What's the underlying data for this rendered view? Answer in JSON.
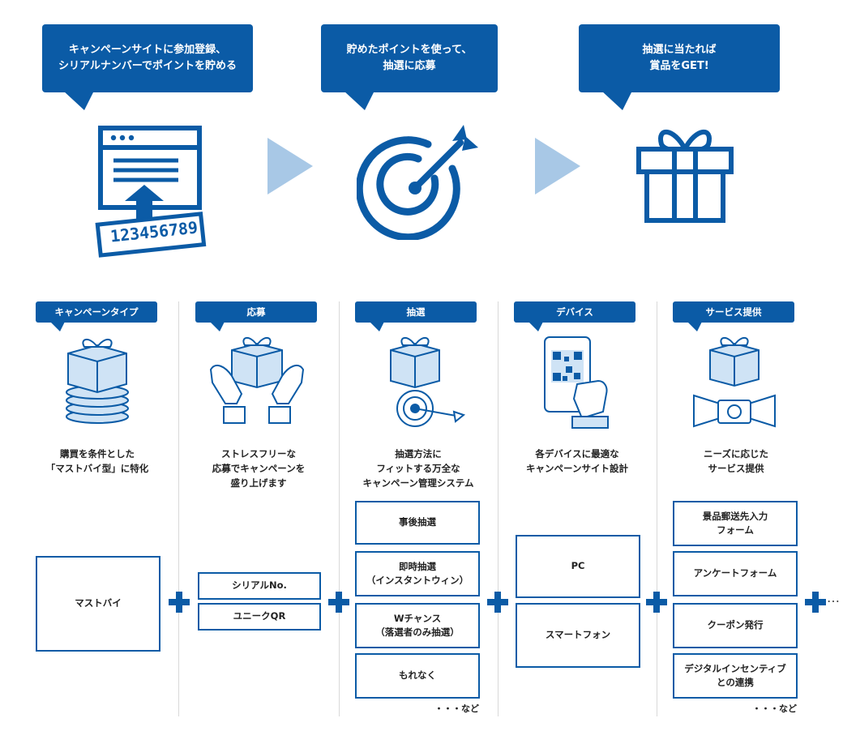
{
  "top_steps": [
    {
      "text": "キャンペーンサイトに参加登録、\nシリアルナンバーでポイントを貯める",
      "icon": "browser-serial-icon",
      "serial_number": "123456789"
    },
    {
      "text": "貯めたポイントを使って、\n抽選に応募",
      "icon": "target-icon"
    },
    {
      "text": "抽選に当たれば\n賞品をGET!",
      "icon": "gift-icon"
    }
  ],
  "columns": [
    {
      "label": "キャンペーンタイプ",
      "icon": "gift-coins-icon",
      "description": "購買を条件とした\n「マストバイ型」に特化",
      "options": [
        "マストバイ"
      ]
    },
    {
      "label": "応募",
      "icon": "gift-hands-icon",
      "description": "ストレスフリーな\n応募でキャンペーンを\n盛り上げます",
      "options": [
        "シリアルNo.",
        "ユニークQR"
      ]
    },
    {
      "label": "抽選",
      "icon": "gift-target-icon",
      "description": "抽選方法に\nフィットする万全な\nキャンペーン管理システム",
      "options": [
        "事後抽選",
        "即時抽選\n（インスタントウィン）",
        "Wチャンス\n（落選者のみ抽選）",
        "もれなく"
      ],
      "note": "・・・など"
    },
    {
      "label": "デバイス",
      "icon": "smartphone-qr-icon",
      "description": "各デバイスに最適な\nキャンペーンサイト設計",
      "options": [
        "PC",
        "スマートフォン"
      ]
    },
    {
      "label": "サービス提供",
      "icon": "gift-camera-icon",
      "description": "ニーズに応じた\nサービス提供",
      "options": [
        "景品郵送先入力\nフォーム",
        "アンケートフォーム",
        "クーポン発行",
        "デジタルインセンティブ\nとの連携"
      ],
      "note": "・・・など"
    }
  ],
  "trailing_ellipsis": "…",
  "colors": {
    "primary": "#0b5ba6",
    "arrow": "#a8c8e6",
    "gift_fill": "#cfe3f5"
  }
}
